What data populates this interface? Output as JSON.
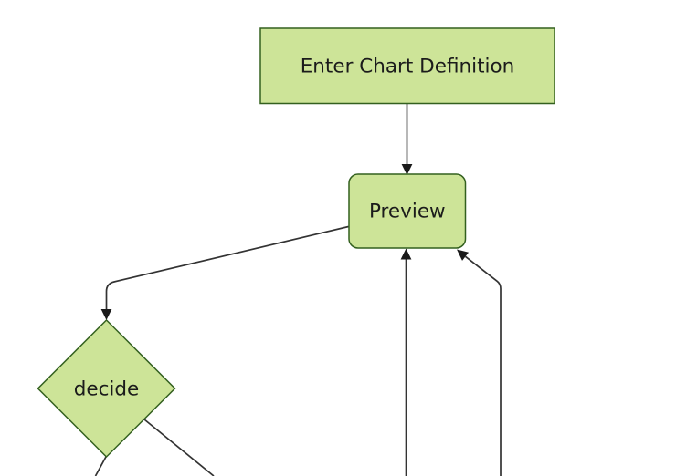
{
  "diagram": {
    "type": "flowchart",
    "orientation": "top-down",
    "nodes": [
      {
        "id": "A",
        "label": "Enter Chart Definition",
        "shape": "rectangle"
      },
      {
        "id": "B",
        "label": "Preview",
        "shape": "rounded-rectangle"
      },
      {
        "id": "C",
        "label": "decide",
        "shape": "diamond"
      }
    ],
    "edges": [
      {
        "from": "Enter Chart Definition",
        "to": "Preview",
        "arrowhead": true
      },
      {
        "from": "Preview",
        "to": "decide",
        "arrowhead": true
      },
      {
        "from": "offscreen-bottom",
        "to": "Preview",
        "arrowhead": true
      },
      {
        "from": "offscreen-bottom-right",
        "to": "Preview",
        "arrowhead": true
      },
      {
        "from": "decide",
        "to": "offscreen-bottom-left",
        "arrowhead": false
      },
      {
        "from": "decide",
        "to": "offscreen-bottom-right",
        "arrowhead": false
      }
    ],
    "colors": {
      "background": "#ffffff",
      "node-fill": "#cde498",
      "node-stroke": "#33601f",
      "edge-stroke": "#333333",
      "arrowhead-fill": "#1a1a1a",
      "label-color": "#1b1b1b"
    }
  }
}
